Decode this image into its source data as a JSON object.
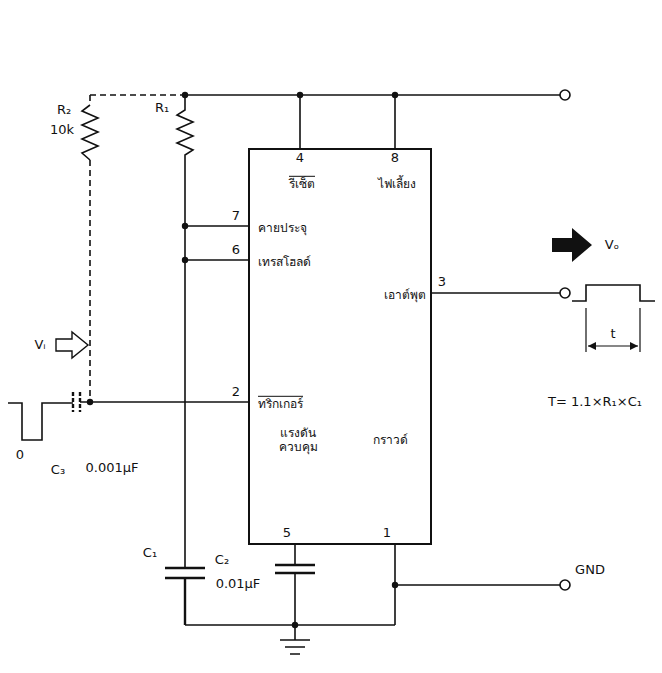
{
  "diagram": {
    "nodes": [
      {
        "text": [
          "รีเซ็ต",
          "ไฟเลี้ยง",
          "คายประจุ",
          "เทรสโฮลด์",
          "เอาต์พุต",
          "ทริกเกอร์",
          "แรงดัน ควบคุม",
          "กราวด์"
        ]
      }
    ],
    "labels": [
      "R₂",
      "10k",
      "R₁",
      "4",
      "8",
      "7",
      "6",
      "Vᵢ",
      "2",
      "C₃",
      "0.001μF",
      "0",
      "3",
      "Vₒ",
      "t",
      "T= 1.1×R₁×C₁",
      "C₁",
      "5",
      "C₂",
      "0.01μF",
      "1",
      "GND"
    ]
  }
}
